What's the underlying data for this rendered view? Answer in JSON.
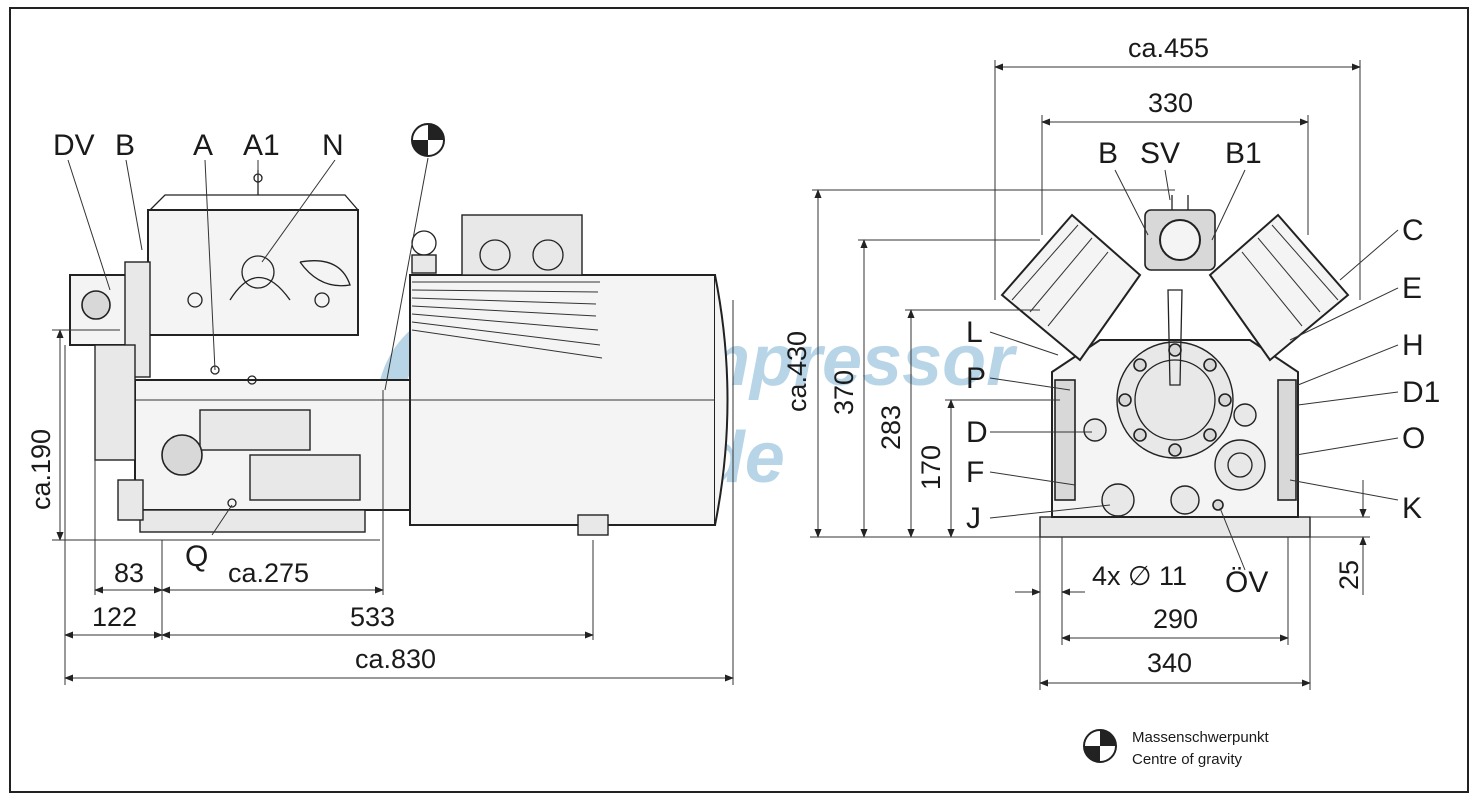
{
  "watermark": {
    "line1": "Compressor",
    "line2": "Trade"
  },
  "side_view": {
    "labels": {
      "dv": "DV",
      "b": "B",
      "a": "A",
      "a1": "A1",
      "n": "N",
      "q": "Q"
    },
    "dims": {
      "h190": "ca.190",
      "w83": "83",
      "w275": "ca.275",
      "w122": "122",
      "w533": "533",
      "w830": "ca.830"
    }
  },
  "front_view": {
    "labels": {
      "b": "B",
      "sv": "SV",
      "b1": "B1",
      "c": "C",
      "e": "E",
      "h": "H",
      "d1": "D1",
      "o": "O",
      "k": "K",
      "l": "L",
      "p": "P",
      "d": "D",
      "f": "F",
      "j": "J",
      "ov": "ÖV"
    },
    "dims": {
      "w455": "ca.455",
      "w330": "330",
      "h430": "ca.430",
      "h370": "370",
      "h283": "283",
      "h170": "170",
      "h25": "25",
      "holes": "4x ∅ 11",
      "w290": "290",
      "w340": "340"
    }
  },
  "legend": {
    "line1": "Massenschwerpunkt",
    "line2": "Centre of gravity"
  },
  "colors": {
    "line": "#222222",
    "watermark": "#7fb3d6",
    "background": "#ffffff"
  }
}
